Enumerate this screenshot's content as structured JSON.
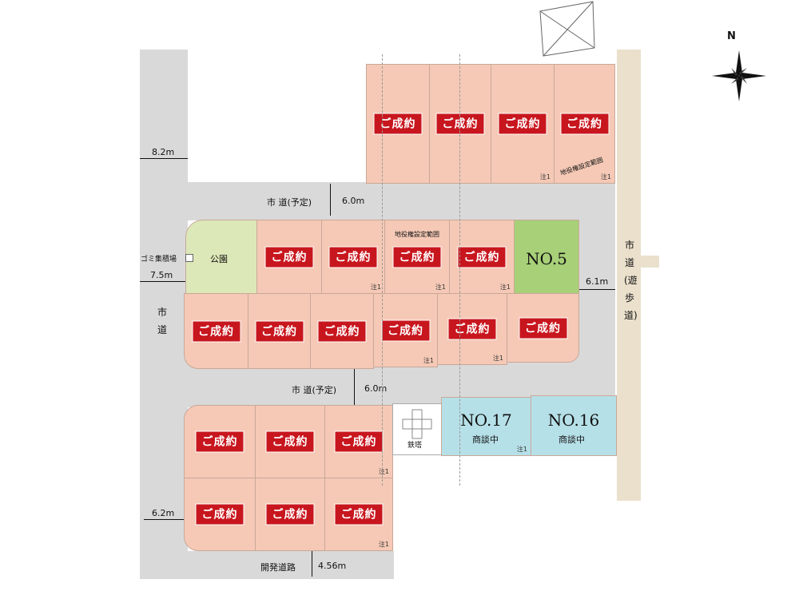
{
  "lots": {
    "sold_label": "ご成約",
    "note_label": "注1",
    "no5": {
      "label": "NO.5"
    },
    "no17": {
      "label": "NO.17",
      "status": "商談中"
    },
    "no16": {
      "label": "NO.16",
      "status": "商談中"
    }
  },
  "facilities": {
    "park": "公園",
    "garbage": "ゴミ集積場",
    "tower": "鉄塔"
  },
  "roads": {
    "planned_city_road": "市 道(予定)",
    "city_road_left": "市道",
    "city_road_right": "市道(遊歩道)",
    "dev_road": "開発道路"
  },
  "easement_label": "地役権設定範囲",
  "dimensions": {
    "w_8_2": "8.2m",
    "w_7_5": "7.5m",
    "w_6_2": "6.2m",
    "w_6_0": "6.0m",
    "w_6_1": "6.1m",
    "w_4_56": "4.56m"
  },
  "compass": "N"
}
